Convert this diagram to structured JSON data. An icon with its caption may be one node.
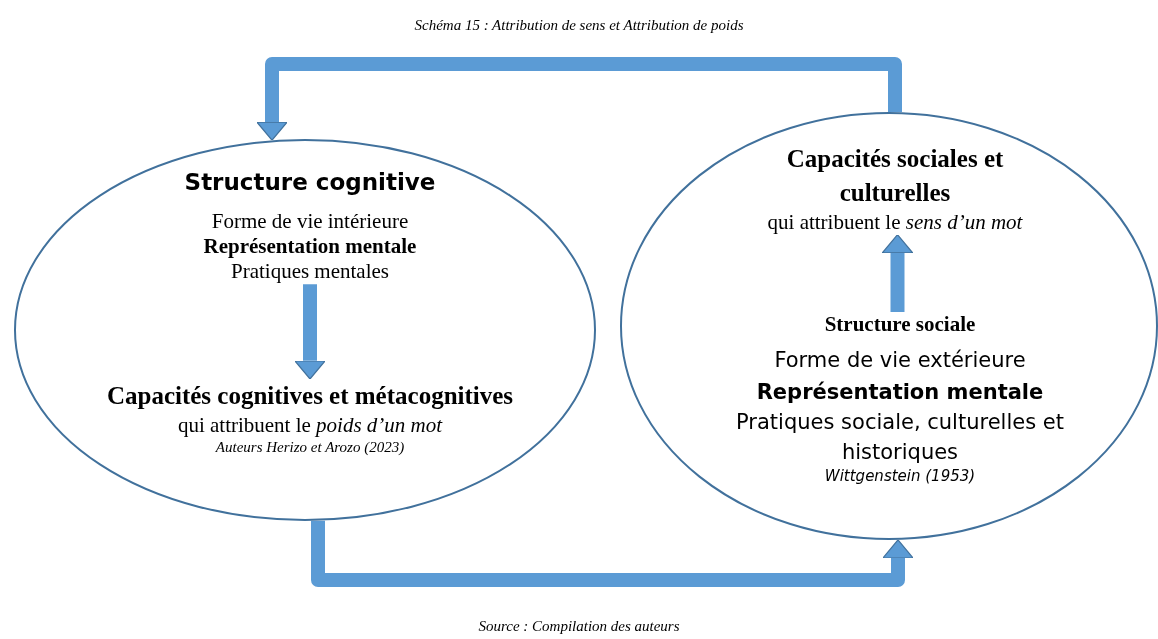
{
  "diagram": {
    "title": "Schéma 15 : Attribution de sens et Attribution de poids",
    "caption": "Source : Compilation des auteurs",
    "nodes": [
      {
        "text": [],
        "shape": "ellipse"
      },
      {
        "text": [
          "Structure cognitive",
          "Forme de vie intérieure",
          "Représentation mentale",
          "Pratiques mentales"
        ],
        "in": 0
      },
      {
        "text": [
          "Capacités cognitives et métacognitives",
          "qui attribuent le *poids d’un mot*",
          "Auteurs Herizo et Arozo (2023)"
        ],
        "in": 0
      },
      {
        "text": [],
        "shape": "ellipse"
      },
      {
        "text": [
          "Capacités sociales et culturelles",
          "qui attribuent le *sens d’un mot*"
        ],
        "in": 3
      },
      {
        "text": [
          "Structure sociale",
          "Forme de vie extérieure",
          "Représentation mentale",
          "Pratiques sociale, culturelles et historiques",
          "Wittgenstein (1953)"
        ],
        "in": 3
      }
    ],
    "edges": [
      {
        "from": 1,
        "to": 2,
        "arrow": "to"
      },
      {
        "from": 5,
        "to": 4,
        "arrow": "to"
      },
      {
        "from": 0,
        "to": 3,
        "arrow": "to"
      },
      {
        "from": 3,
        "to": 0,
        "arrow": "to"
      }
    ]
  }
}
